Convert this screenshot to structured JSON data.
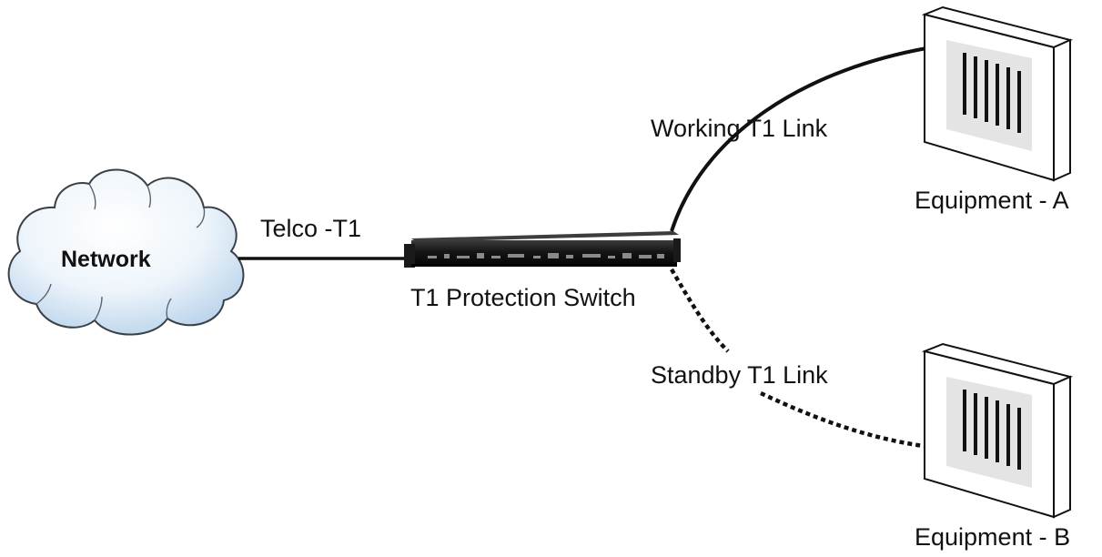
{
  "cloud": {
    "label": "Network"
  },
  "links": {
    "telco": "Telco -T1",
    "working": "Working T1 Link",
    "standby": "Standby T1 Link"
  },
  "device": {
    "label": "T1 Protection Switch"
  },
  "equipment": [
    {
      "label": "Equipment - A"
    },
    {
      "label": "Equipment - B"
    }
  ],
  "colors": {
    "line": "#111111",
    "cloud_fill": "#d6e7f5",
    "cloud_outline": "#3a4046",
    "equipment_face": "#e4e4e4",
    "switch_body": "#1c1c1c"
  }
}
